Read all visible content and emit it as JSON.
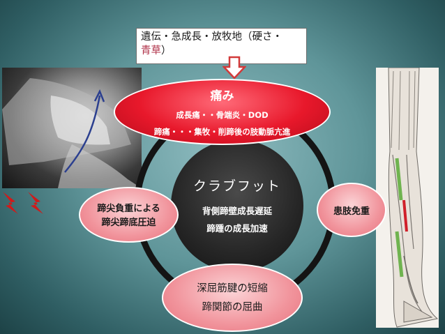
{
  "top_note": {
    "line1": "遺伝・急成長・放牧地（硬さ・",
    "line2_colored": "青草",
    "line2_end": "）"
  },
  "pain": {
    "title": "痛み",
    "line1": "成長痛・・骨端炎・DOD",
    "line2": "蹄痛・・・集牧・削蹄後の肢動脈亢進"
  },
  "center": {
    "title": "クラブフット",
    "line1": "背側蹄壁成長遅延",
    "line2": "蹄踵の成長加速"
  },
  "left_cause": {
    "line1": "蹄尖負重による",
    "line2": "蹄尖蹄底圧迫"
  },
  "right_cause": {
    "label": "患肢免重"
  },
  "bottom_cause": {
    "line1": "深屈筋腱の短縮",
    "line2": "蹄関節の屈曲"
  },
  "colors": {
    "pain_fill": "#e8182b",
    "cause_fill": "#f1949c",
    "center_fill": "#262626",
    "accent_text": "#b0334a",
    "arrow_outline": "#d23a3a"
  },
  "icons": [
    "down-arrow-icon",
    "pressure-arrow-icon",
    "tendon-path-arrow-icon"
  ]
}
